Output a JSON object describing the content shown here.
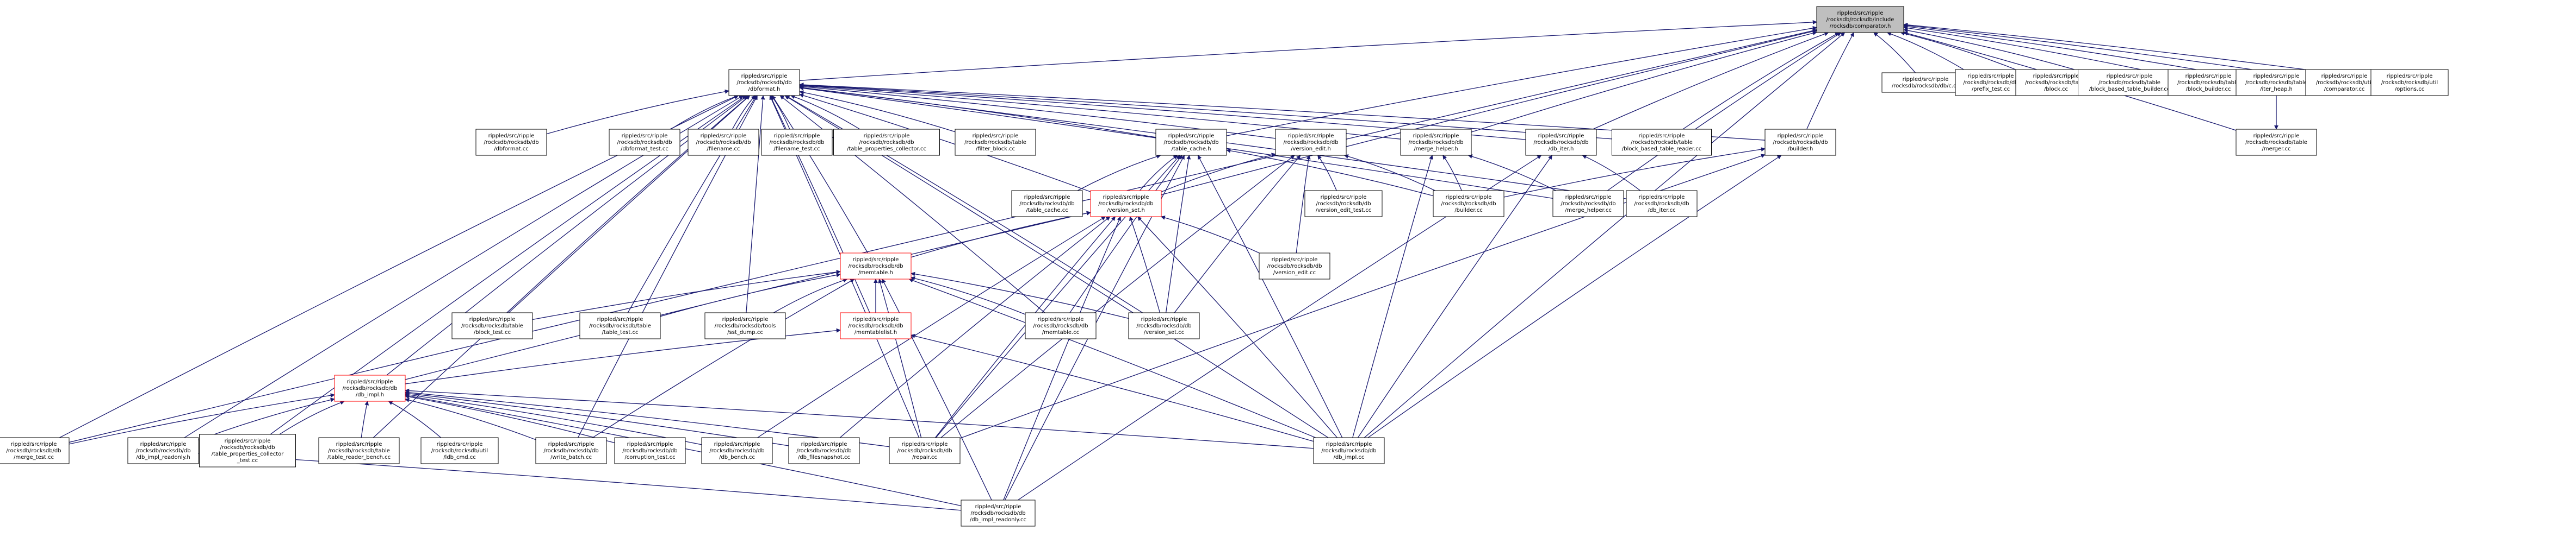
{
  "colors": {
    "edge": "#191970",
    "node_border": "#000000",
    "highlight_border": "#ff0000",
    "root_fill": "#bfbfbf",
    "node_fill": "#ffffff"
  },
  "nodes": [
    {
      "id": "comparator",
      "lines": [
        "rippled/src/ripple",
        "/rocksdb/rocksdb/include",
        "/rocksdb/comparator.h"
      ],
      "style": "root"
    },
    {
      "id": "dbformat_h",
      "lines": [
        "rippled/src/ripple",
        "/rocksdb/rocksdb/db",
        "/dbformat.h"
      ],
      "style": "normal"
    },
    {
      "id": "c_cc",
      "lines": [
        "rippled/src/ripple",
        "/rocksdb/rocksdb/db/c.cc"
      ],
      "style": "normal"
    },
    {
      "id": "prefix_test",
      "lines": [
        "rippled/src/ripple",
        "/rocksdb/rocksdb/db",
        "/prefix_test.cc"
      ],
      "style": "normal"
    },
    {
      "id": "block_cc",
      "lines": [
        "rippled/src/ripple",
        "/rocksdb/rocksdb/table",
        "/block.cc"
      ],
      "style": "normal"
    },
    {
      "id": "bbtb",
      "lines": [
        "rippled/src/ripple",
        "/rocksdb/rocksdb/table",
        "/block_based_table_builder.cc"
      ],
      "style": "normal"
    },
    {
      "id": "block_builder",
      "lines": [
        "rippled/src/ripple",
        "/rocksdb/rocksdb/table",
        "/block_builder.cc"
      ],
      "style": "normal"
    },
    {
      "id": "iter_heap",
      "lines": [
        "rippled/src/ripple",
        "/rocksdb/rocksdb/table",
        "/iter_heap.h"
      ],
      "style": "normal"
    },
    {
      "id": "comparator_cc",
      "lines": [
        "rippled/src/ripple",
        "/rocksdb/rocksdb/util",
        "/comparator.cc"
      ],
      "style": "normal"
    },
    {
      "id": "options_cc",
      "lines": [
        "rippled/src/ripple",
        "/rocksdb/rocksdb/util",
        "/options.cc"
      ],
      "style": "normal"
    },
    {
      "id": "merger",
      "lines": [
        "rippled/src/ripple",
        "/rocksdb/rocksdb/table",
        "/merger.cc"
      ],
      "style": "normal"
    },
    {
      "id": "dbformat_cc",
      "lines": [
        "rippled/src/ripple",
        "/rocksdb/rocksdb/db",
        "/dbformat.cc"
      ],
      "style": "normal"
    },
    {
      "id": "dbformat_test",
      "lines": [
        "rippled/src/ripple",
        "/rocksdb/rocksdb/db",
        "/dbformat_test.cc"
      ],
      "style": "normal"
    },
    {
      "id": "filename_cc",
      "lines": [
        "rippled/src/ripple",
        "/rocksdb/rocksdb/db",
        "/filename.cc"
      ],
      "style": "normal"
    },
    {
      "id": "filename_test",
      "lines": [
        "rippled/src/ripple",
        "/rocksdb/rocksdb/db",
        "/filename_test.cc"
      ],
      "style": "normal"
    },
    {
      "id": "tpc",
      "lines": [
        "rippled/src/ripple",
        "/rocksdb/rocksdb/db",
        "/table_properties_collector.cc"
      ],
      "style": "normal"
    },
    {
      "id": "filter_block",
      "lines": [
        "rippled/src/ripple",
        "/rocksdb/rocksdb/table",
        "/filter_block.cc"
      ],
      "style": "normal"
    },
    {
      "id": "table_cache_h",
      "lines": [
        "rippled/src/ripple",
        "/rocksdb/rocksdb/db",
        "/table_cache.h"
      ],
      "style": "normal"
    },
    {
      "id": "version_edit_h",
      "lines": [
        "rippled/src/ripple",
        "/rocksdb/rocksdb/db",
        "/version_edit.h"
      ],
      "style": "normal"
    },
    {
      "id": "merge_helper_h",
      "lines": [
        "rippled/src/ripple",
        "/rocksdb/rocksdb/db",
        "/merge_helper.h"
      ],
      "style": "normal"
    },
    {
      "id": "db_iter_h",
      "lines": [
        "rippled/src/ripple",
        "/rocksdb/rocksdb/db",
        "/db_iter.h"
      ],
      "style": "normal"
    },
    {
      "id": "bbtr",
      "lines": [
        "rippled/src/ripple",
        "/rocksdb/rocksdb/table",
        "/block_based_table_reader.cc"
      ],
      "style": "normal"
    },
    {
      "id": "builder_h",
      "lines": [
        "rippled/src/ripple",
        "/rocksdb/rocksdb/db",
        "/builder.h"
      ],
      "style": "normal"
    },
    {
      "id": "table_cache_cc",
      "lines": [
        "rippled/src/ripple",
        "/rocksdb/rocksdb/db",
        "/table_cache.cc"
      ],
      "style": "normal"
    },
    {
      "id": "version_set_h",
      "lines": [
        "rippled/src/ripple",
        "/rocksdb/rocksdb/db",
        "/version_set.h"
      ],
      "style": "highlight"
    },
    {
      "id": "version_edit_test",
      "lines": [
        "rippled/src/ripple",
        "/rocksdb/rocksdb/db",
        "/version_edit_test.cc"
      ],
      "style": "normal"
    },
    {
      "id": "builder_cc",
      "lines": [
        "rippled/src/ripple",
        "/rocksdb/rocksdb/db",
        "/builder.cc"
      ],
      "style": "normal"
    },
    {
      "id": "merge_helper_cc",
      "lines": [
        "rippled/src/ripple",
        "/rocksdb/rocksdb/db",
        "/merge_helper.cc"
      ],
      "style": "normal"
    },
    {
      "id": "db_iter_cc",
      "lines": [
        "rippled/src/ripple",
        "/rocksdb/rocksdb/db",
        "/db_iter.cc"
      ],
      "style": "normal"
    },
    {
      "id": "version_edit_cc",
      "lines": [
        "rippled/src/ripple",
        "/rocksdb/rocksdb/db",
        "/version_edit.cc"
      ],
      "style": "normal"
    },
    {
      "id": "memtable_h",
      "lines": [
        "rippled/src/ripple",
        "/rocksdb/rocksdb/db",
        "/memtable.h"
      ],
      "style": "highlight"
    },
    {
      "id": "block_test",
      "lines": [
        "rippled/src/ripple",
        "/rocksdb/rocksdb/table",
        "/block_test.cc"
      ],
      "style": "normal"
    },
    {
      "id": "table_test",
      "lines": [
        "rippled/src/ripple",
        "/rocksdb/rocksdb/table",
        "/table_test.cc"
      ],
      "style": "normal"
    },
    {
      "id": "sst_dump",
      "lines": [
        "rippled/src/ripple",
        "/rocksdb/rocksdb/tools",
        "/sst_dump.cc"
      ],
      "style": "normal"
    },
    {
      "id": "memtable_cc",
      "lines": [
        "rippled/src/ripple",
        "/rocksdb/rocksdb/db",
        "/memtable.cc"
      ],
      "style": "normal"
    },
    {
      "id": "version_set_cc",
      "lines": [
        "rippled/src/ripple",
        "/rocksdb/rocksdb/db",
        "/version_set.cc"
      ],
      "style": "normal"
    },
    {
      "id": "memtablelist_h",
      "lines": [
        "rippled/src/ripple",
        "/rocksdb/rocksdb/db",
        "/memtablelist.h"
      ],
      "style": "highlight"
    },
    {
      "id": "db_impl_h",
      "lines": [
        "rippled/src/ripple",
        "/rocksdb/rocksdb/db",
        "/db_impl.h"
      ],
      "style": "highlight"
    },
    {
      "id": "merge_test",
      "lines": [
        "rippled/src/ripple",
        "/rocksdb/rocksdb/db",
        "/merge_test.cc"
      ],
      "style": "normal"
    },
    {
      "id": "db_impl_readonly_h",
      "lines": [
        "rippled/src/ripple",
        "/rocksdb/rocksdb/db",
        "/db_impl_readonly.h"
      ],
      "style": "normal"
    },
    {
      "id": "tpc_test",
      "lines": [
        "rippled/src/ripple",
        "/rocksdb/rocksdb/db",
        "/table_properties_collector",
        "_test.cc"
      ],
      "style": "normal"
    },
    {
      "id": "trb",
      "lines": [
        "rippled/src/ripple",
        "/rocksdb/rocksdb/table",
        "/table_reader_bench.cc"
      ],
      "style": "normal"
    },
    {
      "id": "ldb_cmd",
      "lines": [
        "rippled/src/ripple",
        "/rocksdb/rocksdb/util",
        "/ldb_cmd.cc"
      ],
      "style": "normal"
    },
    {
      "id": "write_batch",
      "lines": [
        "rippled/src/ripple",
        "/rocksdb/rocksdb/db",
        "/write_batch.cc"
      ],
      "style": "normal"
    },
    {
      "id": "corruption_test",
      "lines": [
        "rippled/src/ripple",
        "/rocksdb/rocksdb/db",
        "/corruption_test.cc"
      ],
      "style": "normal"
    },
    {
      "id": "db_bench",
      "lines": [
        "rippled/src/ripple",
        "/rocksdb/rocksdb/db",
        "/db_bench.cc"
      ],
      "style": "normal"
    },
    {
      "id": "db_filesnapshot",
      "lines": [
        "rippled/src/ripple",
        "/rocksdb/rocksdb/db",
        "/db_filesnapshot.cc"
      ],
      "style": "normal"
    },
    {
      "id": "repair",
      "lines": [
        "rippled/src/ripple",
        "/rocksdb/rocksdb/db",
        "/repair.cc"
      ],
      "style": "normal"
    },
    {
      "id": "db_impl_cc",
      "lines": [
        "rippled/src/ripple",
        "/rocksdb/rocksdb/db",
        "/db_impl.cc"
      ],
      "style": "normal"
    },
    {
      "id": "db_impl_readonly_cc",
      "lines": [
        "rippled/src/ripple",
        "/rocksdb/rocksdb/db",
        "/db_impl_readonly.cc"
      ],
      "style": "normal"
    }
  ],
  "edges": [
    [
      "dbformat_h",
      "comparator"
    ],
    [
      "c_cc",
      "comparator"
    ],
    [
      "prefix_test",
      "comparator"
    ],
    [
      "block_cc",
      "comparator"
    ],
    [
      "bbtb",
      "comparator"
    ],
    [
      "block_builder",
      "comparator"
    ],
    [
      "iter_heap",
      "comparator"
    ],
    [
      "comparator_cc",
      "comparator"
    ],
    [
      "options_cc",
      "comparator"
    ],
    [
      "merger",
      "comparator"
    ],
    [
      "builder_h",
      "comparator"
    ],
    [
      "version_set_h",
      "comparator"
    ],
    [
      "merge_test",
      "comparator"
    ],
    [
      "merge_helper_h",
      "comparator"
    ],
    [
      "bbtr",
      "comparator"
    ],
    [
      "db_iter_h",
      "comparator"
    ],
    [
      "table_cache_h",
      "comparator"
    ],
    [
      "merge_helper_cc",
      "comparator"
    ],
    [
      "db_impl_cc",
      "comparator"
    ],
    [
      "iter_heap",
      "merger"
    ],
    [
      "dbformat_cc",
      "dbformat_h"
    ],
    [
      "dbformat_test",
      "dbformat_h"
    ],
    [
      "filename_cc",
      "dbformat_h"
    ],
    [
      "filename_test",
      "dbformat_h"
    ],
    [
      "tpc",
      "dbformat_h"
    ],
    [
      "filter_block",
      "dbformat_h"
    ],
    [
      "table_cache_h",
      "dbformat_h"
    ],
    [
      "version_edit_h",
      "dbformat_h"
    ],
    [
      "merge_helper_h",
      "dbformat_h"
    ],
    [
      "db_iter_h",
      "dbformat_h"
    ],
    [
      "bbtr",
      "dbformat_h"
    ],
    [
      "builder_h",
      "dbformat_h"
    ],
    [
      "version_set_h",
      "dbformat_h"
    ],
    [
      "memtable_h",
      "dbformat_h"
    ],
    [
      "block_test",
      "dbformat_h"
    ],
    [
      "table_test",
      "dbformat_h"
    ],
    [
      "sst_dump",
      "dbformat_h"
    ],
    [
      "memtable_cc",
      "dbformat_h"
    ],
    [
      "version_set_cc",
      "dbformat_h"
    ],
    [
      "memtablelist_h",
      "dbformat_h"
    ],
    [
      "db_impl_h",
      "dbformat_h"
    ],
    [
      "merge_test",
      "dbformat_h"
    ],
    [
      "db_impl_readonly_h",
      "dbformat_h"
    ],
    [
      "tpc_test",
      "dbformat_h"
    ],
    [
      "trb",
      "dbformat_h"
    ],
    [
      "write_batch",
      "dbformat_h"
    ],
    [
      "repair",
      "dbformat_h"
    ],
    [
      "db_impl_cc",
      "dbformat_h"
    ],
    [
      "db_iter_cc",
      "dbformat_h"
    ],
    [
      "merge_helper_cc",
      "dbformat_h"
    ],
    [
      "table_cache_cc",
      "table_cache_h"
    ],
    [
      "version_set_h",
      "table_cache_h"
    ],
    [
      "builder_cc",
      "table_cache_h"
    ],
    [
      "memtable_cc",
      "table_cache_h"
    ],
    [
      "version_set_cc",
      "table_cache_h"
    ],
    [
      "repair",
      "table_cache_h"
    ],
    [
      "db_impl_cc",
      "table_cache_h"
    ],
    [
      "db_impl_readonly_cc",
      "table_cache_h"
    ],
    [
      "version_set_h",
      "version_edit_h"
    ],
    [
      "version_edit_test",
      "version_edit_h"
    ],
    [
      "builder_cc",
      "version_edit_h"
    ],
    [
      "version_edit_cc",
      "version_edit_h"
    ],
    [
      "repair",
      "version_edit_h"
    ],
    [
      "version_set_cc",
      "version_edit_h"
    ],
    [
      "merge_helper_cc",
      "merge_helper_h"
    ],
    [
      "builder_cc",
      "merge_helper_h"
    ],
    [
      "db_impl_cc",
      "merge_helper_h"
    ],
    [
      "db_iter_cc",
      "db_iter_h"
    ],
    [
      "db_impl_cc",
      "db_iter_h"
    ],
    [
      "db_impl_readonly_cc",
      "db_iter_h"
    ],
    [
      "builder_cc",
      "builder_h"
    ],
    [
      "db_impl_cc",
      "builder_h"
    ],
    [
      "repair",
      "builder_h"
    ],
    [
      "memtable_h",
      "version_set_h"
    ],
    [
      "db_impl_h",
      "version_set_h"
    ],
    [
      "version_edit_cc",
      "version_set_h"
    ],
    [
      "version_set_cc",
      "version_set_h"
    ],
    [
      "db_impl_cc",
      "version_set_h"
    ],
    [
      "repair",
      "version_set_h"
    ],
    [
      "db_bench",
      "version_set_h"
    ],
    [
      "db_filesnapshot",
      "version_set_h"
    ],
    [
      "db_impl_readonly_cc",
      "version_set_h"
    ],
    [
      "block_test",
      "memtable_h"
    ],
    [
      "table_test",
      "memtable_h"
    ],
    [
      "sst_dump",
      "memtable_h"
    ],
    [
      "memtable_cc",
      "memtable_h"
    ],
    [
      "version_set_cc",
      "memtable_h"
    ],
    [
      "memtablelist_h",
      "memtable_h"
    ],
    [
      "write_batch",
      "memtable_h"
    ],
    [
      "repair",
      "memtable_h"
    ],
    [
      "db_impl_cc",
      "memtable_h"
    ],
    [
      "db_impl_readonly_cc",
      "memtable_h"
    ],
    [
      "db_impl_h",
      "memtablelist_h"
    ],
    [
      "db_impl_cc",
      "memtablelist_h"
    ],
    [
      "merge_test",
      "db_impl_h"
    ],
    [
      "db_impl_readonly_h",
      "db_impl_h"
    ],
    [
      "tpc_test",
      "db_impl_h"
    ],
    [
      "trb",
      "db_impl_h"
    ],
    [
      "ldb_cmd",
      "db_impl_h"
    ],
    [
      "write_batch",
      "db_impl_h"
    ],
    [
      "corruption_test",
      "db_impl_h"
    ],
    [
      "db_bench",
      "db_impl_h"
    ],
    [
      "db_filesnapshot",
      "db_impl_h"
    ],
    [
      "repair",
      "db_impl_h"
    ],
    [
      "db_impl_cc",
      "db_impl_h"
    ],
    [
      "db_impl_readonly_cc",
      "db_impl_h"
    ],
    [
      "db_impl_readonly_cc",
      "db_impl_readonly_h"
    ]
  ]
}
